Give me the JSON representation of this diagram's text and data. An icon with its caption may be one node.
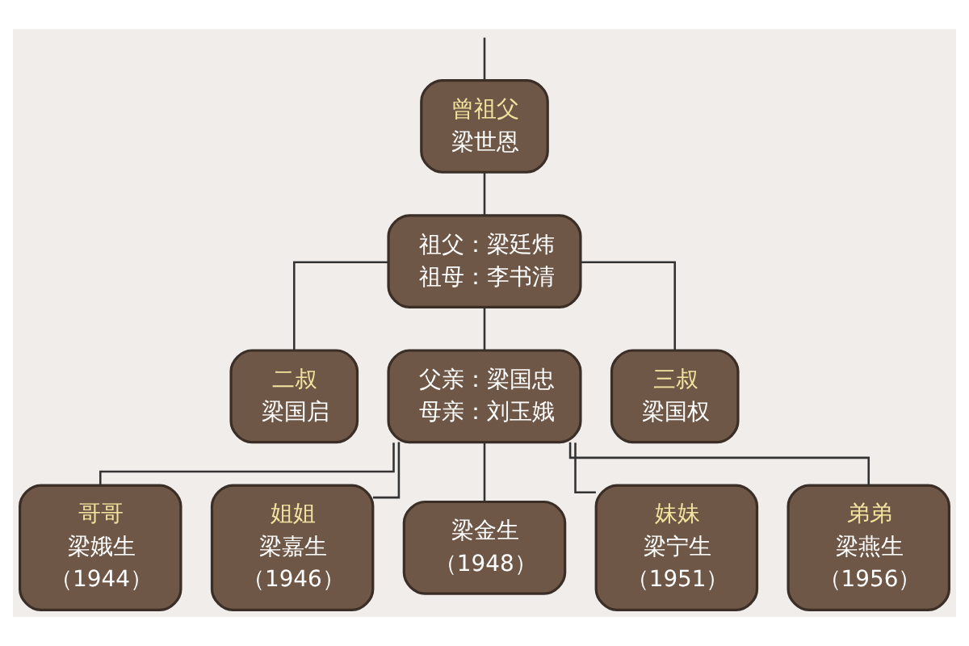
{
  "diagram": {
    "nodes": [
      {
        "text": [
          "曾祖父",
          "梁世恩"
        ]
      },
      {
        "text": [
          "祖父：梁廷炜",
          "祖母：李书清"
        ]
      },
      {
        "text": [
          "二叔",
          "梁国启"
        ]
      },
      {
        "text": [
          "父亲：梁国忠",
          "母亲：刘玉娥"
        ]
      },
      {
        "text": [
          "三叔",
          "梁国权"
        ]
      },
      {
        "text": [
          "哥哥",
          "梁娥生",
          "（1944）"
        ]
      },
      {
        "text": [
          "姐姐",
          "梁嘉生",
          "（1946）"
        ]
      },
      {
        "text": [
          "梁金生",
          "（1948）"
        ]
      },
      {
        "text": [
          "妹妹",
          "梁宁生",
          "（1951）"
        ]
      },
      {
        "text": [
          "弟弟",
          "梁燕生",
          "（1956）"
        ]
      }
    ],
    "edges": [
      {
        "from": null,
        "to": 0,
        "arrow": "none"
      },
      {
        "from": 0,
        "to": 1,
        "arrow": "none"
      },
      {
        "from": 1,
        "to": 2,
        "arrow": "none"
      },
      {
        "from": 1,
        "to": 3,
        "arrow": "none"
      },
      {
        "from": 1,
        "to": 4,
        "arrow": "none"
      },
      {
        "from": 3,
        "to": 5,
        "arrow": "none"
      },
      {
        "from": 3,
        "to": 6,
        "arrow": "none"
      },
      {
        "from": 3,
        "to": 7,
        "arrow": "none"
      },
      {
        "from": 3,
        "to": 8,
        "arrow": "none"
      },
      {
        "from": 3,
        "to": 9,
        "arrow": "none"
      }
    ]
  }
}
